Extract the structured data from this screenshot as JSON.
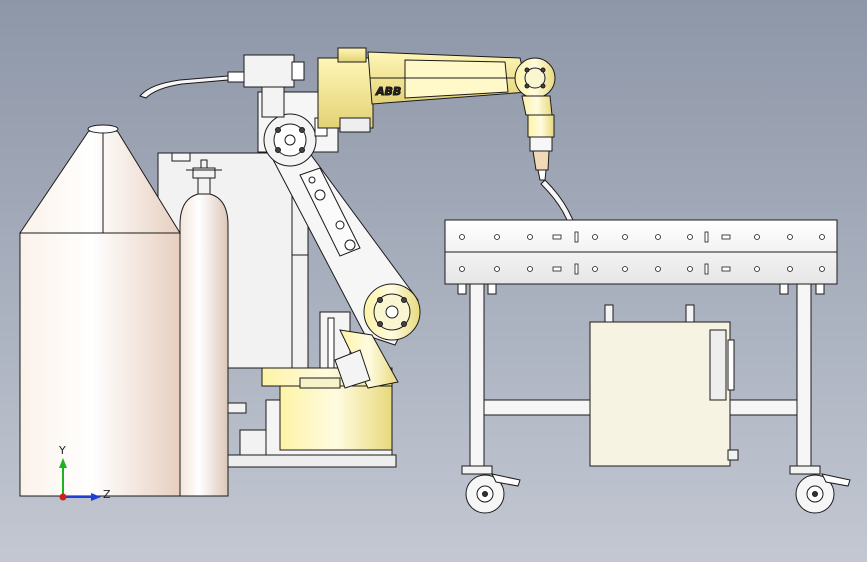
{
  "scene": {
    "robot_brand": "ABB",
    "colors": {
      "robot_yellow": "#e8dd8a",
      "steel": "#f4f4f4",
      "outline": "#1b1b1b",
      "tank_shadow": "#e9d3c2",
      "background_top": "#8e97a8",
      "background_bottom": "#c3c8d2"
    }
  },
  "triad": {
    "y_label": "Y",
    "z_label": "Z",
    "y_color": "#1fb21f",
    "z_color": "#1d3fd6",
    "origin_color": "#d0201c"
  }
}
